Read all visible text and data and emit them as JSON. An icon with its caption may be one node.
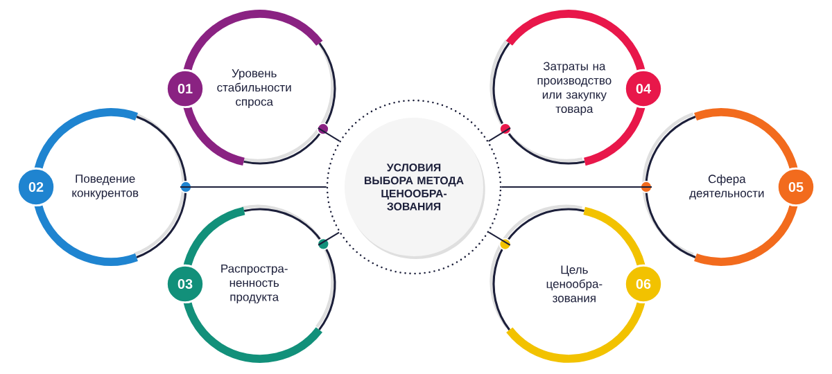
{
  "diagram": {
    "nodes": [
      {
        "text": [
          "УСЛОВИЯ ВЫБОРА МЕТОДА ЦЕНООБРА-ЗОВАНИЯ"
        ]
      },
      {
        "text": [
          "01",
          "Уровень стабильности спроса"
        ]
      },
      {
        "text": [
          "02",
          "Поведение конкурентов"
        ]
      },
      {
        "text": [
          "03",
          "Распростра-ненность продукта"
        ]
      },
      {
        "text": [
          "Затраты на производство или закупку товара",
          "04"
        ]
      },
      {
        "text": [
          "Сфера деятельности",
          "05"
        ]
      },
      {
        "text": [
          "Цель ценообра-зования",
          "06"
        ]
      }
    ],
    "edges": [
      {
        "from": 0,
        "to": 1,
        "arrow": "none"
      },
      {
        "from": 0,
        "to": 2,
        "arrow": "none"
      },
      {
        "from": 0,
        "to": 3,
        "arrow": "none"
      },
      {
        "from": 0,
        "to": 4,
        "arrow": "none"
      },
      {
        "from": 0,
        "to": 5,
        "arrow": "none"
      },
      {
        "from": 0,
        "to": 6,
        "arrow": "none"
      }
    ]
  }
}
